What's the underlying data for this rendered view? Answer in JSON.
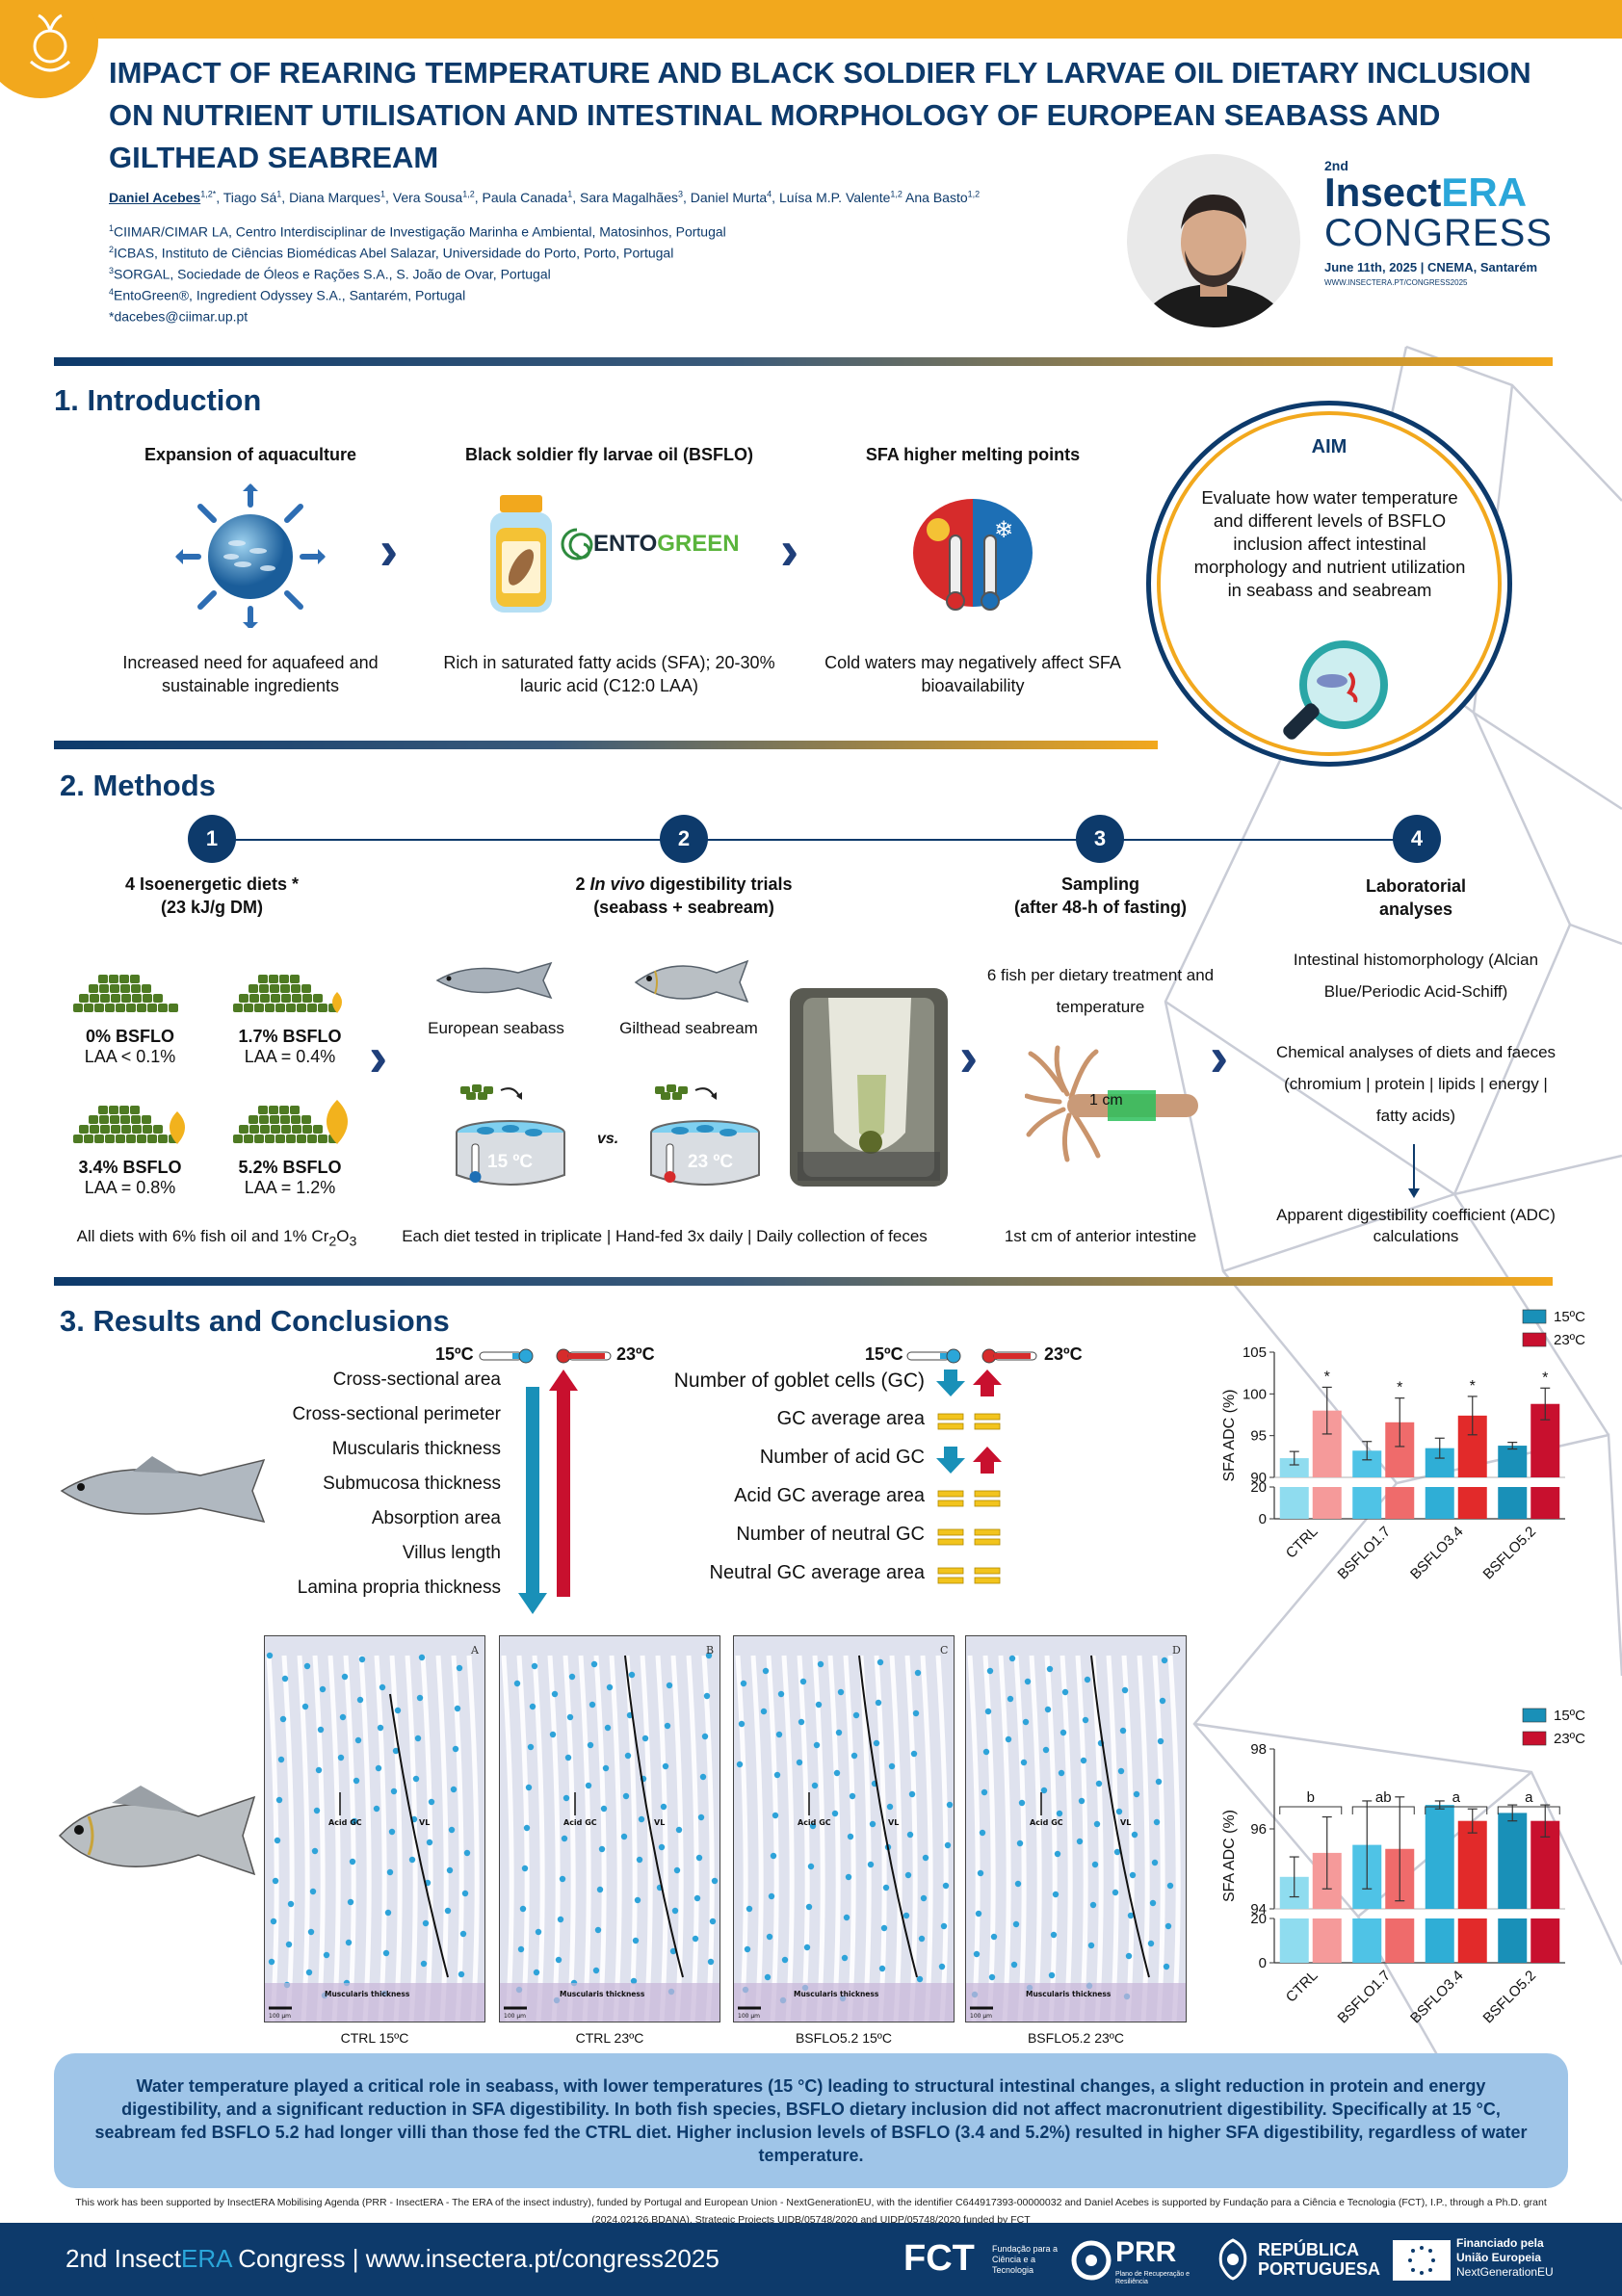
{
  "header": {
    "title": "IMPACT OF REARING TEMPERATURE AND BLACK SOLDIER FLY LARVAE OIL DIETARY INCLUSION ON NUTRIENT UTILISATION AND INTESTINAL MORPHOLOGY OF EUROPEAN SEABASS AND GILTHEAD SEABREAM",
    "authors": [
      {
        "name": "Daniel Acebes",
        "sup": "1,2*"
      },
      {
        "name": "Tiago Sá",
        "sup": "1"
      },
      {
        "name": "Diana Marques",
        "sup": "1"
      },
      {
        "name": "Vera Sousa",
        "sup": "1,2"
      },
      {
        "name": "Paula Canada",
        "sup": "1"
      },
      {
        "name": "Sara Magalhães",
        "sup": "3"
      },
      {
        "name": "Daniel Murta",
        "sup": "4"
      },
      {
        "name": "Luísa M.P. Valente",
        "sup": "1,2"
      },
      {
        "name": "Ana Basto",
        "sup": "1,2"
      }
    ],
    "affiliations": [
      {
        "sup": "1",
        "text": "CIIMAR/CIMAR LA, Centro Interdisciplinar de Investigação Marinha e Ambiental, Matosinhos, Portugal"
      },
      {
        "sup": "2",
        "text": "ICBAS, Instituto de Ciências Biomédicas Abel Salazar, Universidade do Porto, Porto, Portugal"
      },
      {
        "sup": "3",
        "text": "SORGAL, Sociedade de Óleos e Rações S.A., S. João de Ovar, Portugal"
      },
      {
        "sup": "4",
        "text": "EntoGreen®, Ingredient Odyssey S.A., Santarém, Portugal"
      },
      {
        "sup": "",
        "text": "*dacebes@ciimar.up.pt"
      }
    ],
    "congress": {
      "edition": "2nd",
      "insect": "Insect",
      "era": "ERA",
      "word": "CONGRESS",
      "date": "June 11th, 2025 | CNEMA, Santarém",
      "url": "WWW.INSECTERA.PT/CONGRESS2025"
    }
  },
  "intro": {
    "section_title": "1. Introduction",
    "col1": {
      "heading": "Expansion of aquaculture",
      "text": "Increased need for aquafeed and sustainable  ingredients"
    },
    "col2": {
      "heading": "Black soldier fly larvae oil (BSFLO)",
      "text": "Rich in saturated fatty acids (SFA); 20-30% lauric acid (C12:0 LAA)",
      "brand_a": "ENTO",
      "brand_b": "GREEN"
    },
    "col3": {
      "heading": "SFA higher melting points",
      "text": "Cold waters may negatively affect SFA bioavailability"
    },
    "aim": {
      "title": "AIM",
      "text": "Evaluate how water temperature and different levels of BSFLO inclusion affect intestinal morphology and nutrient utilization in seabass and seabream"
    }
  },
  "methods": {
    "section_title": "2. Methods",
    "steps": [
      "1",
      "2",
      "3",
      "4"
    ],
    "s1": {
      "heading_a": "4 Isoenergetic diets *",
      "heading_b": "(23 kJ/g DM)",
      "diets": [
        {
          "name": "0% BSFLO",
          "laa": "LAA < 0.1%"
        },
        {
          "name": "1.7% BSFLO",
          "laa": "LAA = 0.4%"
        },
        {
          "name": "3.4% BSFLO",
          "laa": "LAA = 0.8%"
        },
        {
          "name": "5.2% BSFLO",
          "laa": "LAA = 1.2%"
        }
      ],
      "footnote_a": "All diets with 6% fish oil and 1% Cr",
      "footnote_sub1": "2",
      "footnote_b": "O",
      "footnote_sub2": "3"
    },
    "s2": {
      "heading_pre": "2 ",
      "heading_em": "In vivo",
      "heading_post": "  digestibility trials",
      "heading_b": "(seabass + seabream)",
      "fish1": "European seabass",
      "fish2": "Gilthead seabream",
      "temp1": "15 ºC",
      "temp2": "23 ºC",
      "vs": "vs.",
      "footnote": "Each diet tested in triplicate | Hand-fed 3x daily | Daily collection of feces"
    },
    "s3": {
      "heading_a": "Sampling",
      "heading_b": "(after 48-h of fasting)",
      "text": "6 fish per dietary treatment and temperature",
      "scale": "1 cm",
      "footnote": "1st cm of anterior intestine"
    },
    "s4": {
      "heading_a": "Laboratorial",
      "heading_b": "analyses",
      "text1": "Intestinal histomorphology (Alcian Blue/Periodic Acid-Schiff)",
      "text2": "Chemical analyses of diets and faeces (chromium | protein | lipids | energy | fatty acids)",
      "text3": "Apparent digestibility coefficient (ADC) calculations"
    }
  },
  "results": {
    "section_title": "3. Results and Conclusions",
    "t_low": "15ºC",
    "t_high": "23ºC",
    "morph_params": [
      "Cross-sectional area",
      "Cross-sectional perimeter",
      "Muscularis thickness",
      "Submucosa thickness",
      "Absorption area",
      "Villus length",
      "Lamina propria thickness"
    ],
    "gc_params": [
      "Number of goblet cells (GC)",
      "GC average area",
      "Number of acid GC",
      "Acid GC average area",
      "Number of neutral GC",
      "Neutral GC average area"
    ],
    "micro": [
      {
        "letter": "A",
        "caption": "CTRL 15ºC"
      },
      {
        "letter": "B",
        "caption": "CTRL 23ºC"
      },
      {
        "letter": "C",
        "caption": "BSFLO5.2 15ºC"
      },
      {
        "letter": "D",
        "caption": "BSFLO5.2 23ºC"
      }
    ],
    "micro_labels": {
      "acid": "Acid GC",
      "vl": "VL",
      "musc": "Muscularis thickness",
      "scale": "100 μm"
    },
    "conclusion": "Water temperature played a critical role in seabass, with lower temperatures (15 °C) leading to structural intestinal changes, a slight reduction in protein and energy digestibility, and a significant reduction in SFA digestibility. In both fish species, BSFLO dietary inclusion did not affect macronutrient digestibility. Specifically at 15 °C, seabream fed BSFLO 5.2 had longer villi than those fed the CTRL diet. Higher inclusion levels of BSFLO (3.4 and 5.2%) resulted in higher SFA digestibility, regardless of water temperature."
  },
  "chart_data": [
    {
      "type": "bar",
      "title": "",
      "xlabel": "",
      "ylabel": "SFA ADC (%)",
      "categories": [
        "CTRL",
        "BSFLO1.7",
        "BSFLO3.4",
        "BSFLO5.2"
      ],
      "ylim": [
        0,
        105
      ],
      "axis_break": [
        20,
        90
      ],
      "yticks": [
        0,
        20,
        90,
        95,
        100,
        105
      ],
      "legend": "top-right",
      "series": [
        {
          "name": "15ºC",
          "values": [
            92.3,
            93.2,
            93.5,
            93.8
          ],
          "err": [
            0.8,
            1.1,
            1.2,
            0.4
          ],
          "colors": [
            "#8fdcef",
            "#4fc3e6",
            "#2faed6",
            "#1990b8"
          ]
        },
        {
          "name": "23ºC",
          "values": [
            98.0,
            96.6,
            97.4,
            98.8
          ],
          "err": [
            2.8,
            2.9,
            2.3,
            1.9
          ],
          "colors": [
            "#f59a9a",
            "#ef6b6b",
            "#e22a2a",
            "#c8102e"
          ]
        }
      ],
      "annotations": [
        "*",
        "*",
        "*",
        "*"
      ]
    },
    {
      "type": "bar",
      "title": "",
      "xlabel": "",
      "ylabel": "SFA ADC (%)",
      "categories": [
        "CTRL",
        "BSFLO1.7",
        "BSFLO3.4",
        "BSFLO5.2"
      ],
      "ylim": [
        0,
        98
      ],
      "axis_break": [
        20,
        94
      ],
      "yticks": [
        0,
        20,
        94,
        96,
        98
      ],
      "legend": "top-right",
      "series": [
        {
          "name": "15ºC",
          "values": [
            94.8,
            95.6,
            96.6,
            96.4
          ],
          "err": [
            0.5,
            1.1,
            0.1,
            0.2
          ],
          "colors": [
            "#8fdcef",
            "#4fc3e6",
            "#2faed6",
            "#1990b8"
          ]
        },
        {
          "name": "23ºC",
          "values": [
            95.4,
            95.5,
            96.2,
            96.2
          ],
          "err": [
            0.9,
            1.3,
            0.3,
            0.4
          ],
          "colors": [
            "#f59a9a",
            "#ef6b6b",
            "#e22a2a",
            "#c8102e"
          ]
        }
      ],
      "annotations": [
        "b",
        "ab",
        "a",
        "a"
      ]
    }
  ],
  "funding": "This work has been supported by InsectERA Mobilising Agenda (PRR - InsectERA - The ERA of the insect industry), funded by Portugal and European Union - NextGenerationEU, with the identifier C644917393-00000032 and Daniel Acebes is supported by Fundação para a Ciência e Tecnologia (FCT), I.P., through a Ph.D. grant (2024.02126.BDANA). Strategic Projects UIDB/05748/2020 and UIDP/05748/2020 funded by FCT",
  "footer": {
    "pre": "2nd Insect",
    "era": "ERA",
    "post": " Congress | www.insectera.pt/congress2025",
    "fct": "FCT",
    "fct_sub": "Fundação para a Ciência e a Tecnologia",
    "prr": "PRR",
    "prr_sub": "Plano de Recuperação e Resiliência",
    "rep": "REPÚBLICA PORTUGUESA",
    "eu1": "Financiado pela",
    "eu2": "União Europeia",
    "eu3": "NextGenerationEU"
  },
  "colors": {
    "navy": "#0d3a6b",
    "orange": "#f2a81d",
    "blue15": "#1990b8",
    "red23": "#c8102e",
    "conclusion_bg": "#9fc5e8"
  }
}
